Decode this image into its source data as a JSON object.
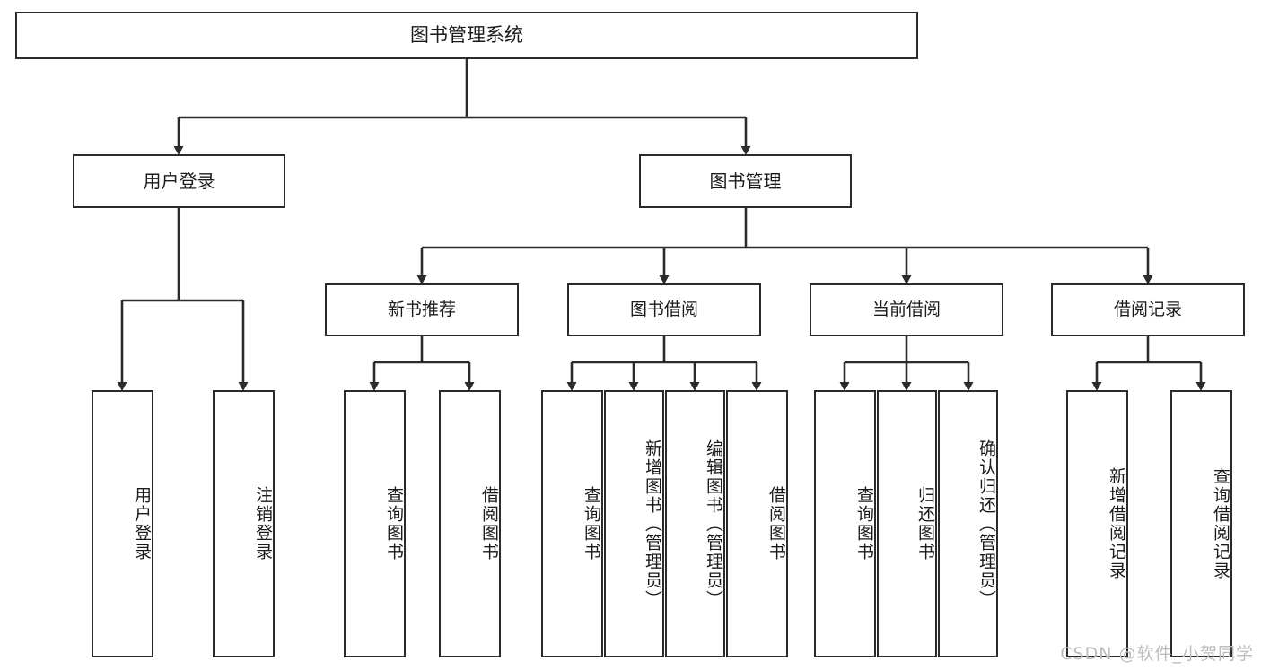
{
  "diagram": {
    "title": "图书管理系统",
    "type": "tree",
    "root": {
      "id": "root",
      "label": "图书管理系统"
    },
    "level1": [
      {
        "id": "user-login",
        "label": "用户登录"
      },
      {
        "id": "book-manage",
        "label": "图书管理"
      }
    ],
    "level2": [
      {
        "id": "new-book-recommend",
        "label": "新书推荐",
        "parent": "book-manage"
      },
      {
        "id": "book-borrow",
        "label": "图书借阅",
        "parent": "book-manage"
      },
      {
        "id": "current-borrow",
        "label": "当前借阅",
        "parent": "book-manage"
      },
      {
        "id": "borrow-record",
        "label": "借阅记录",
        "parent": "book-manage"
      }
    ],
    "leaves": [
      {
        "id": "leaf-user-login",
        "label": "用户登录",
        "parent": "user-login"
      },
      {
        "id": "leaf-logout-login",
        "label": "注销登录",
        "parent": "user-login"
      },
      {
        "id": "leaf-query-book-1",
        "label": "查询图书",
        "parent": "new-book-recommend"
      },
      {
        "id": "leaf-borrow-book-1",
        "label": "借阅图书",
        "parent": "new-book-recommend"
      },
      {
        "id": "leaf-query-book-2",
        "label": "查询图书",
        "parent": "book-borrow"
      },
      {
        "id": "leaf-add-book",
        "label": "新增图书（管理员）",
        "parent": "book-borrow"
      },
      {
        "id": "leaf-edit-book",
        "label": "编辑图书（管理员）",
        "parent": "book-borrow"
      },
      {
        "id": "leaf-borrow-book-2",
        "label": "借阅图书",
        "parent": "book-borrow"
      },
      {
        "id": "leaf-query-book-3",
        "label": "查询图书",
        "parent": "current-borrow"
      },
      {
        "id": "leaf-return-book",
        "label": "归还图书",
        "parent": "current-borrow"
      },
      {
        "id": "leaf-confirm-return",
        "label": "确认归还（管理员）",
        "parent": "current-borrow"
      },
      {
        "id": "leaf-add-record",
        "label": "新增借阅记录",
        "parent": "borrow-record"
      },
      {
        "id": "leaf-query-record",
        "label": "查询借阅记录",
        "parent": "borrow-record"
      }
    ],
    "colors": {
      "stroke": "#2b2b2b",
      "fill": "#ffffff",
      "text": "#1a1a1a",
      "watermark": "#bdbdbd"
    }
  },
  "watermark": {
    "text": "CSDN @软件_小贺同学"
  }
}
